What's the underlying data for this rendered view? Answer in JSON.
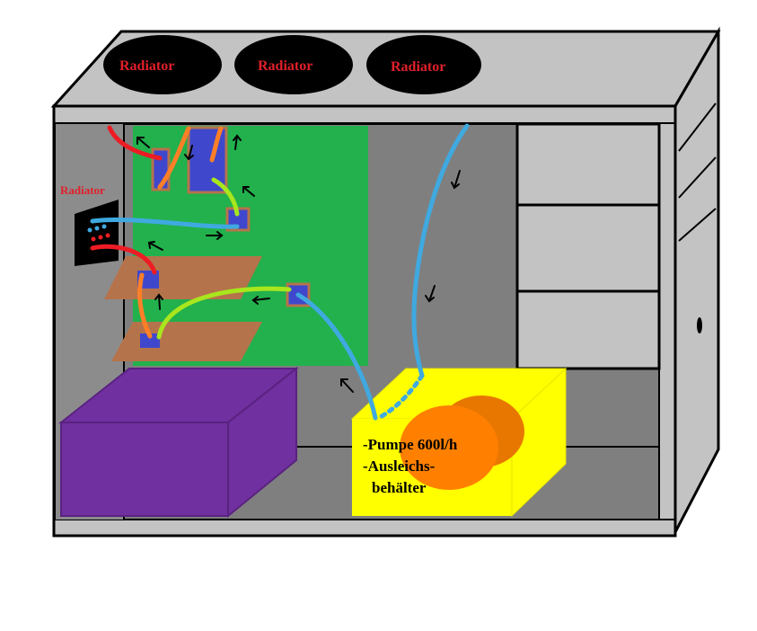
{
  "labels": {
    "top_radiator_1": "Radiator",
    "top_radiator_2": "Radiator",
    "top_radiator_3": "Radiator",
    "rear_radiator": "Radiator",
    "pump_line_1": "-Pumpe 600l/h",
    "pump_line_2": "-Ausleichs-",
    "pump_line_3": "behälter"
  },
  "colors": {
    "case": "#c3c3c3",
    "case_interior": "#7f7f7f",
    "mainboard": "#22b14c",
    "psu": "#7030a0",
    "pump_box": "#ffff00",
    "pump_disc": "#ff8000",
    "hose_red": "#ed1c24",
    "hose_orange": "#ff7f27",
    "hose_lime": "#a8e61d",
    "hose_blue": "#3fa9e0",
    "heatsink_plate": "#b5734b",
    "waterblock": "#3f48cc",
    "radiator_label": "#e0202a"
  }
}
